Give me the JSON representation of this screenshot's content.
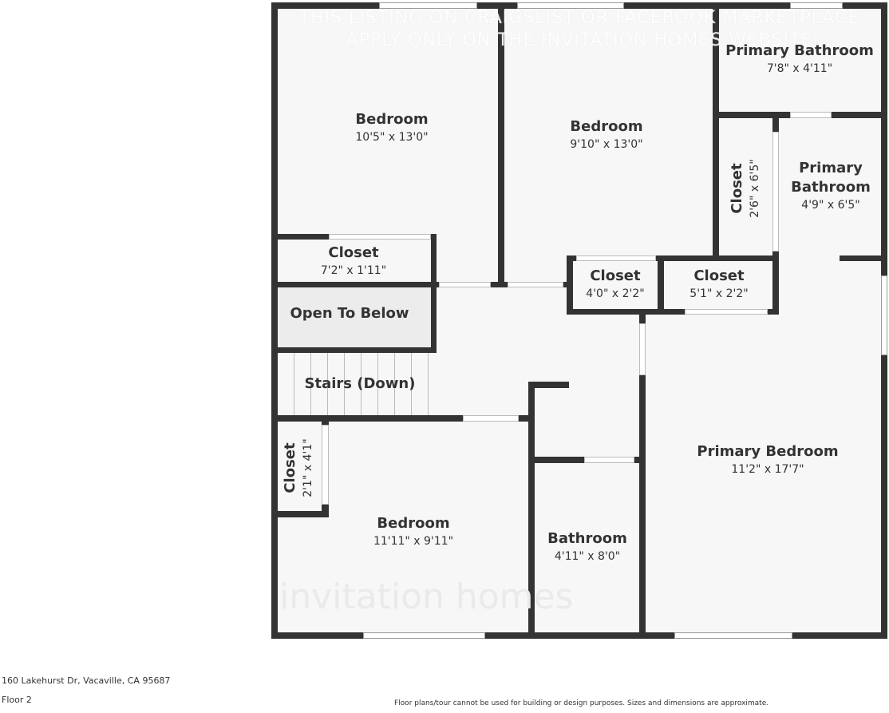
{
  "watermark": {
    "line1": "THIS LISTING ON CRAIGSLIST OR FACEBOOK MARKETPLACE",
    "line2": "APPLY ONLY ON THE INVITATION HOMES WEBSITE",
    "logo": "invitation homes"
  },
  "rooms": [
    {
      "name": "Bedroom",
      "dims": "10'5\" x 13'0\""
    },
    {
      "name": "Bedroom",
      "dims": "9'10\" x 13'0\""
    },
    {
      "name": "Primary Bathroom",
      "dims": "7'8\" x 4'11\""
    },
    {
      "name": "Closet",
      "dims": "2'6\" x 6'5\""
    },
    {
      "name": "Primary Bathroom",
      "dims": "4'9\" x 6'5\""
    },
    {
      "name": "Closet",
      "dims": "7'2\" x 1'11\""
    },
    {
      "name": "Closet",
      "dims": "4'0\" x 2'2\""
    },
    {
      "name": "Closet",
      "dims": "5'1\" x 2'2\""
    },
    {
      "name": "Open To Below",
      "dims": ""
    },
    {
      "name": "Stairs (Down)",
      "dims": ""
    },
    {
      "name": "Closet",
      "dims": "2'1\" x 4'1\""
    },
    {
      "name": "Bedroom",
      "dims": "11'11\" x 9'11\""
    },
    {
      "name": "Bathroom",
      "dims": "4'11\" x 8'0\""
    },
    {
      "name": "Primary Bedroom",
      "dims": "11'2\" x 17'7\""
    }
  ],
  "footer": {
    "address": "160 Lakehurst Dr, Vacaville, CA 95687",
    "floor": "Floor 2",
    "disclaimer": "Floor plans/tour cannot be used for building or design purposes. Sizes and dimensions are approximate."
  },
  "colors": {
    "wall": "#333333",
    "floor": "#f7f7f7"
  }
}
